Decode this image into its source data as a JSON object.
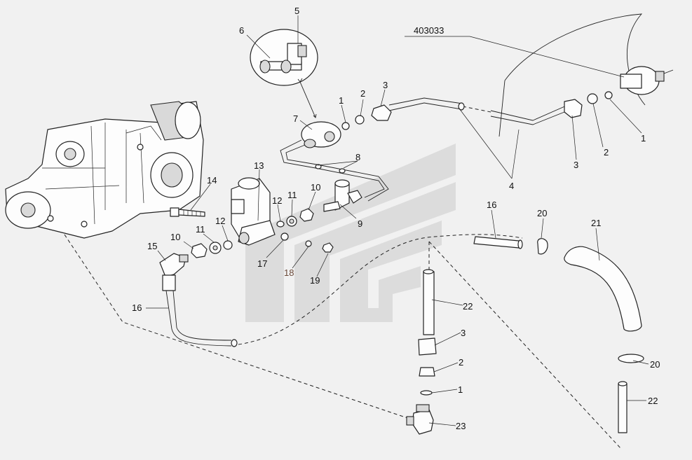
{
  "diagram": {
    "reference_code": "403033",
    "callouts": [
      {
        "id": "c5",
        "text": "5"
      },
      {
        "id": "c6",
        "text": "6"
      },
      {
        "id": "c7",
        "text": "7"
      },
      {
        "id": "c1a",
        "text": "1"
      },
      {
        "id": "c2a",
        "text": "2"
      },
      {
        "id": "c3a",
        "text": "3"
      },
      {
        "id": "c8",
        "text": "8"
      },
      {
        "id": "c13",
        "text": "13"
      },
      {
        "id": "c14",
        "text": "14"
      },
      {
        "id": "c12a",
        "text": "12"
      },
      {
        "id": "c11a",
        "text": "11"
      },
      {
        "id": "c10a",
        "text": "10"
      },
      {
        "id": "c9",
        "text": "9"
      },
      {
        "id": "c12b",
        "text": "12"
      },
      {
        "id": "c11b",
        "text": "11"
      },
      {
        "id": "c10b",
        "text": "10"
      },
      {
        "id": "c15",
        "text": "15"
      },
      {
        "id": "c17",
        "text": "17"
      },
      {
        "id": "c18",
        "text": "18"
      },
      {
        "id": "c19",
        "text": "19"
      },
      {
        "id": "c16a",
        "text": "16"
      },
      {
        "id": "c16b",
        "text": "16"
      },
      {
        "id": "c20a",
        "text": "20"
      },
      {
        "id": "c21",
        "text": "21"
      },
      {
        "id": "c22a",
        "text": "22"
      },
      {
        "id": "c3b",
        "text": "3"
      },
      {
        "id": "c2b",
        "text": "2"
      },
      {
        "id": "c1b",
        "text": "1"
      },
      {
        "id": "c23",
        "text": "23"
      },
      {
        "id": "c20b",
        "text": "20"
      },
      {
        "id": "c22b",
        "text": "22"
      },
      {
        "id": "c4",
        "text": "4"
      },
      {
        "id": "c3c",
        "text": "3"
      },
      {
        "id": "c2c",
        "text": "2"
      },
      {
        "id": "c1c",
        "text": "1"
      }
    ]
  }
}
